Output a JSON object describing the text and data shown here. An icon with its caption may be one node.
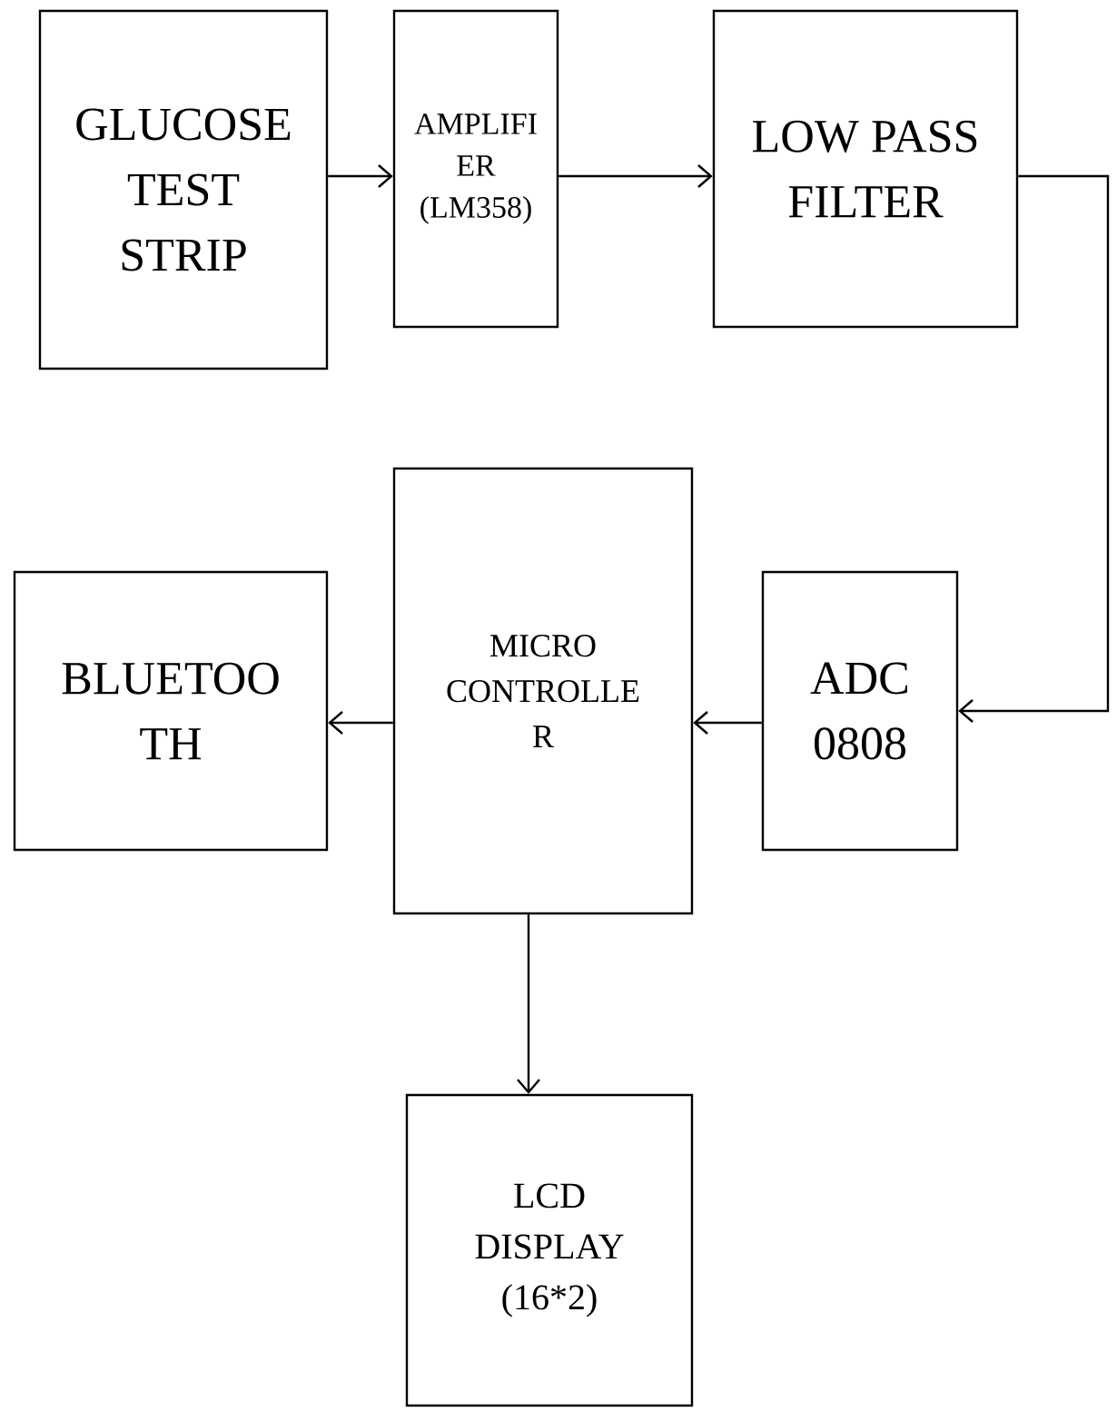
{
  "diagram": {
    "nodes": [
      {
        "text": [
          "GLUCOSE TEST STRIP"
        ]
      },
      {
        "text": [
          "AMPLIFI ER",
          "(LM358)"
        ]
      },
      {
        "text": [
          "LOW PASS FILTER"
        ]
      },
      {
        "text": [
          "BLUETOO TH"
        ]
      },
      {
        "text": [
          "MICRO CONTROLLE R"
        ]
      },
      {
        "text": [
          "ADC 0808"
        ]
      },
      {
        "text": [
          "LCD DISPLAY",
          "(16*2)"
        ]
      }
    ],
    "edges": [
      {
        "from": 0,
        "to": 1,
        "arrow": "to"
      },
      {
        "from": 1,
        "to": 2,
        "arrow": "to"
      },
      {
        "from": 2,
        "to": 5,
        "arrow": "to"
      },
      {
        "from": 5,
        "to": 4,
        "arrow": "to"
      },
      {
        "from": 4,
        "to": 3,
        "arrow": "to"
      },
      {
        "from": 4,
        "to": 6,
        "arrow": "to"
      }
    ]
  }
}
